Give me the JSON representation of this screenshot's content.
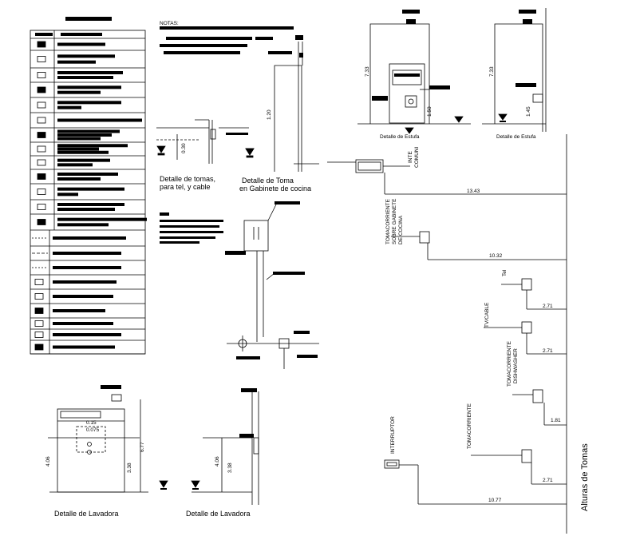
{
  "notes_heading": "NOTAS:",
  "details": {
    "tomas_tel_l1": "Detalle de tomas,",
    "tomas_tel_l2": "para tel, y cable",
    "gabinete_l1": "Detalle de Toma",
    "gabinete_l2": "en Gabinete de cocina",
    "estufa_1": "Detalle de Estufa",
    "estufa_2": "Detalle de Estufa",
    "lavadora_1": "Detalle de Lavadora",
    "lavadora_2": "Detalle de Lavadora"
  },
  "dims": {
    "d030": "0.30",
    "d120": "1.20",
    "d733a": "7.33",
    "d733b": "7.33",
    "d150": "1.50",
    "d145": "1.45",
    "d677": "6.77",
    "d406a": "4.06",
    "d338a": "3.38",
    "d406b": "4.06",
    "d338b": "3.38",
    "d015": "0.15",
    "d0075": "0.075"
  },
  "vertical_notes": {
    "inter_1": "INTE",
    "inter_2": "COMUNI"
  },
  "heights_panel": {
    "title": "Alturas de Tomas",
    "values": [
      "13.43",
      "10.32",
      "2.71",
      "2.71",
      "1.81",
      "2.71",
      "10.77"
    ],
    "labels": {
      "gabinete": [
        "TOMACORRIENTE",
        "SOBRE GABINETE",
        "DE COCINA"
      ],
      "tel": "Tel",
      "tvcable": "TV/CABLE",
      "dishwasher": [
        "TOMACORRIENTE",
        "DISHWASHER"
      ],
      "tomacorriente": "TOMACORRIENTE",
      "interruptor": "INTERRUPTOR"
    }
  }
}
